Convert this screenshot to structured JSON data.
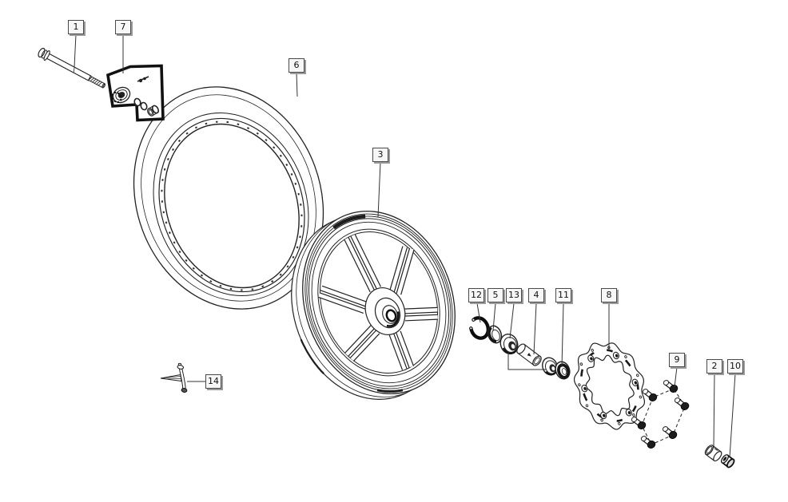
{
  "callouts": [
    {
      "label": "1"
    },
    {
      "label": "7"
    },
    {
      "label": "6"
    },
    {
      "label": "3"
    },
    {
      "label": "12"
    },
    {
      "label": "5"
    },
    {
      "label": "13"
    },
    {
      "label": "4"
    },
    {
      "label": "11"
    },
    {
      "label": "8"
    },
    {
      "label": "9"
    },
    {
      "label": "2"
    },
    {
      "label": "10"
    },
    {
      "label": "14"
    }
  ],
  "colors": {
    "background": "#ffffff",
    "line": "#222222",
    "callout_fill": "#f7f7f7",
    "callout_border": "#4a4a4a",
    "callout_shadow": "#9a9a9a",
    "callout_text": "#111111"
  }
}
